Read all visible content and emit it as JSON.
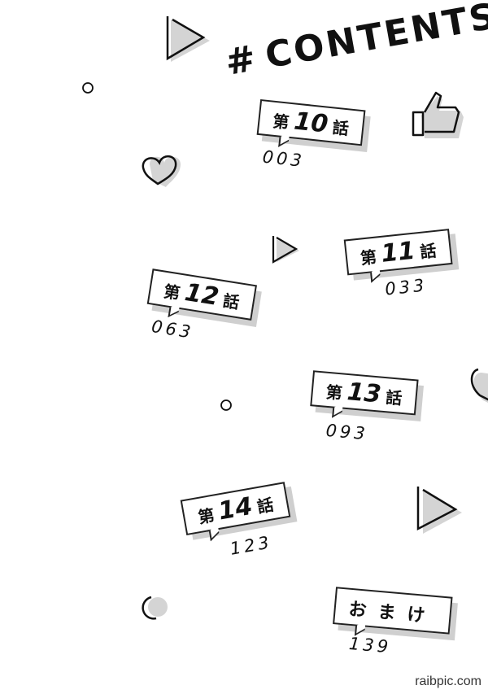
{
  "title": {
    "hash": "#",
    "text": "CONTENTS"
  },
  "entries": [
    {
      "pre": "第",
      "num": "10",
      "post": "話",
      "page": "003"
    },
    {
      "pre": "第",
      "num": "11",
      "post": "話",
      "page": "033"
    },
    {
      "pre": "第",
      "num": "12",
      "post": "話",
      "page": "063"
    },
    {
      "pre": "第",
      "num": "13",
      "post": "話",
      "page": "093"
    },
    {
      "pre": "第",
      "num": "14",
      "post": "話",
      "page": "123"
    },
    {
      "pre": "おまけ",
      "num": "",
      "post": "",
      "page": "139"
    }
  ],
  "watermark": "raibpic.com",
  "colors": {
    "ink": "#111111",
    "shadow": "#cfcfcf"
  }
}
